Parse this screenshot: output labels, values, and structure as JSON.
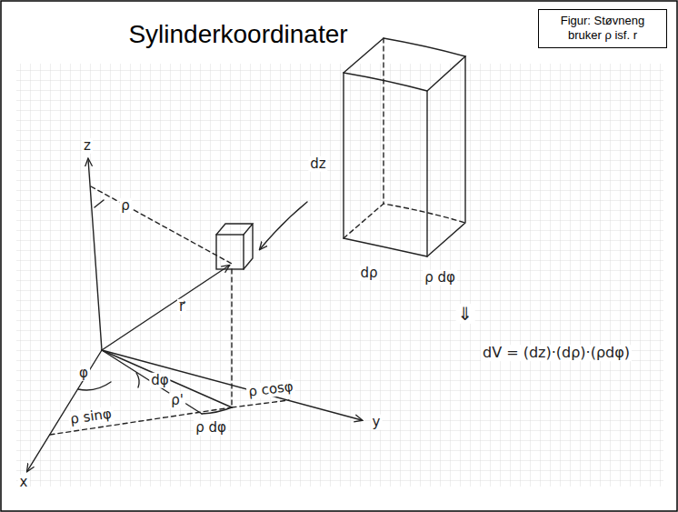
{
  "diagram": {
    "title": "Sylinderkoordinater",
    "nodes": [
      {
        "text": [
          "Figur: Støvneng bruker ρ isf. r"
        ]
      }
    ],
    "labels": [
      "z",
      "ρ",
      "r⃗",
      "φ",
      "dφ",
      "ρ'",
      "ρ sinφ",
      "ρ dφ",
      "ρ cosφ",
      "x",
      "y",
      "dz",
      "dρ",
      "ρ dφ",
      "⇓",
      "dV = (dz)·(dρ)·(ρdφ)"
    ]
  }
}
